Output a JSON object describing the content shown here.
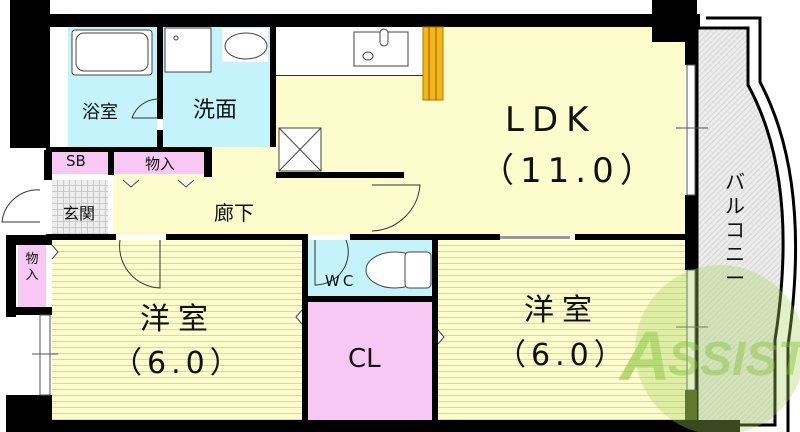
{
  "floorplan": {
    "rooms": {
      "bath": {
        "label": "浴室",
        "color": "#c4f3fb"
      },
      "washroom": {
        "label": "洗面",
        "color": "#c4f3fb"
      },
      "ldk": {
        "label": "LDK",
        "size": "（11.0）",
        "color": "#fdfccc"
      },
      "shoebox": {
        "label": "SB",
        "color": "#f7c8f3"
      },
      "storage_top": {
        "label": "物入",
        "color": "#f7c8f3"
      },
      "entrance": {
        "label": "玄関"
      },
      "hallway": {
        "label": "廊下",
        "color": "#fdfccc"
      },
      "storage_left": {
        "label": "物入",
        "color": "#f7c8f3"
      },
      "western_room_1": {
        "label": "洋室",
        "size": "（6.0）"
      },
      "wc": {
        "label": "WC",
        "color": "#c4f3fb"
      },
      "closet": {
        "label": "CL",
        "color": "#f7c8f3"
      },
      "western_room_2": {
        "label": "洋室",
        "size": "（6.0）"
      },
      "balcony": {
        "label": "バルコニー"
      }
    },
    "watermark": {
      "text": "ASSIST",
      "color": "#8cc63f"
    },
    "accent": {
      "kitchen_cabinet": "#f5b518"
    }
  }
}
